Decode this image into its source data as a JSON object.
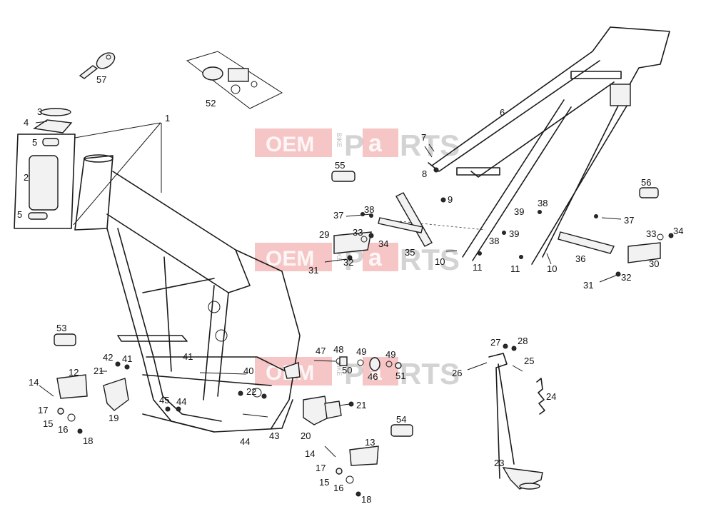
{
  "watermark": {
    "oem": "OEM",
    "bike": "BIKE",
    "p": "P",
    "a": "a",
    "rts": "RTS"
  },
  "labels": [
    "1",
    "2",
    "3",
    "4",
    "5",
    "5",
    "6",
    "7",
    "8",
    "9",
    "10",
    "10",
    "11",
    "11",
    "12",
    "13",
    "14",
    "14",
    "15",
    "15",
    "16",
    "16",
    "17",
    "17",
    "18",
    "18",
    "19",
    "20",
    "21",
    "21",
    "22",
    "23",
    "24",
    "25",
    "26",
    "27",
    "28",
    "29",
    "30",
    "31",
    "31",
    "32",
    "32",
    "33",
    "33",
    "34",
    "34",
    "35",
    "36",
    "37",
    "37",
    "38",
    "38",
    "38",
    "39",
    "39",
    "40",
    "41",
    "41",
    "42",
    "43",
    "44",
    "44",
    "45",
    "46",
    "47",
    "48",
    "49",
    "49",
    "50",
    "51",
    "52",
    "53",
    "54",
    "55",
    "56",
    "57"
  ]
}
